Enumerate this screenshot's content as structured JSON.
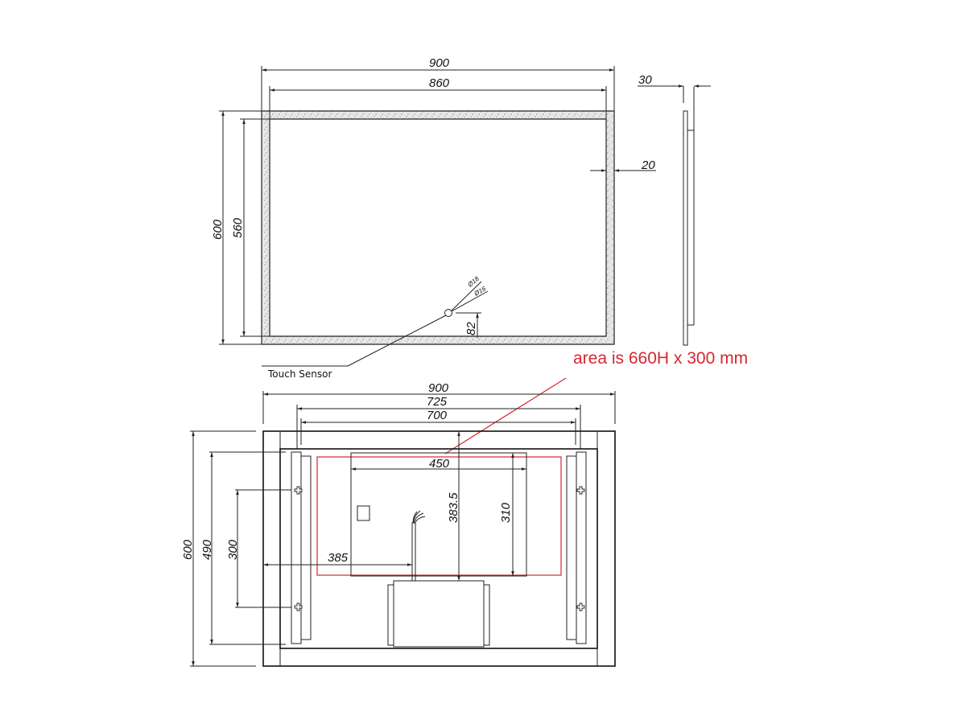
{
  "front_view": {
    "width_outer": "900",
    "width_inner": "860",
    "height_outer": "600",
    "height_inner": "560",
    "frame_width": "20",
    "sensor_offset": "82",
    "sensor_outer_dia": "Ø18",
    "sensor_inner_dia": "Ø16",
    "sensor_label": "Touch Sensor"
  },
  "side_view": {
    "depth": "30"
  },
  "note": {
    "text": "area is 660H x 300 mm",
    "color": "#d6262f"
  },
  "back_view": {
    "width_outer": "900",
    "bracket_span_outer": "725",
    "bracket_span_inner": "700",
    "height_outer": "600",
    "bracket_height": "490",
    "hole_spacing": "300",
    "driver_width": "450",
    "driver_height": "310",
    "driver_top_offset": "383.5",
    "cable_offset": "385"
  },
  "colors": {
    "line": "#222222",
    "highlight": "#d6262f",
    "background": "#ffffff"
  }
}
